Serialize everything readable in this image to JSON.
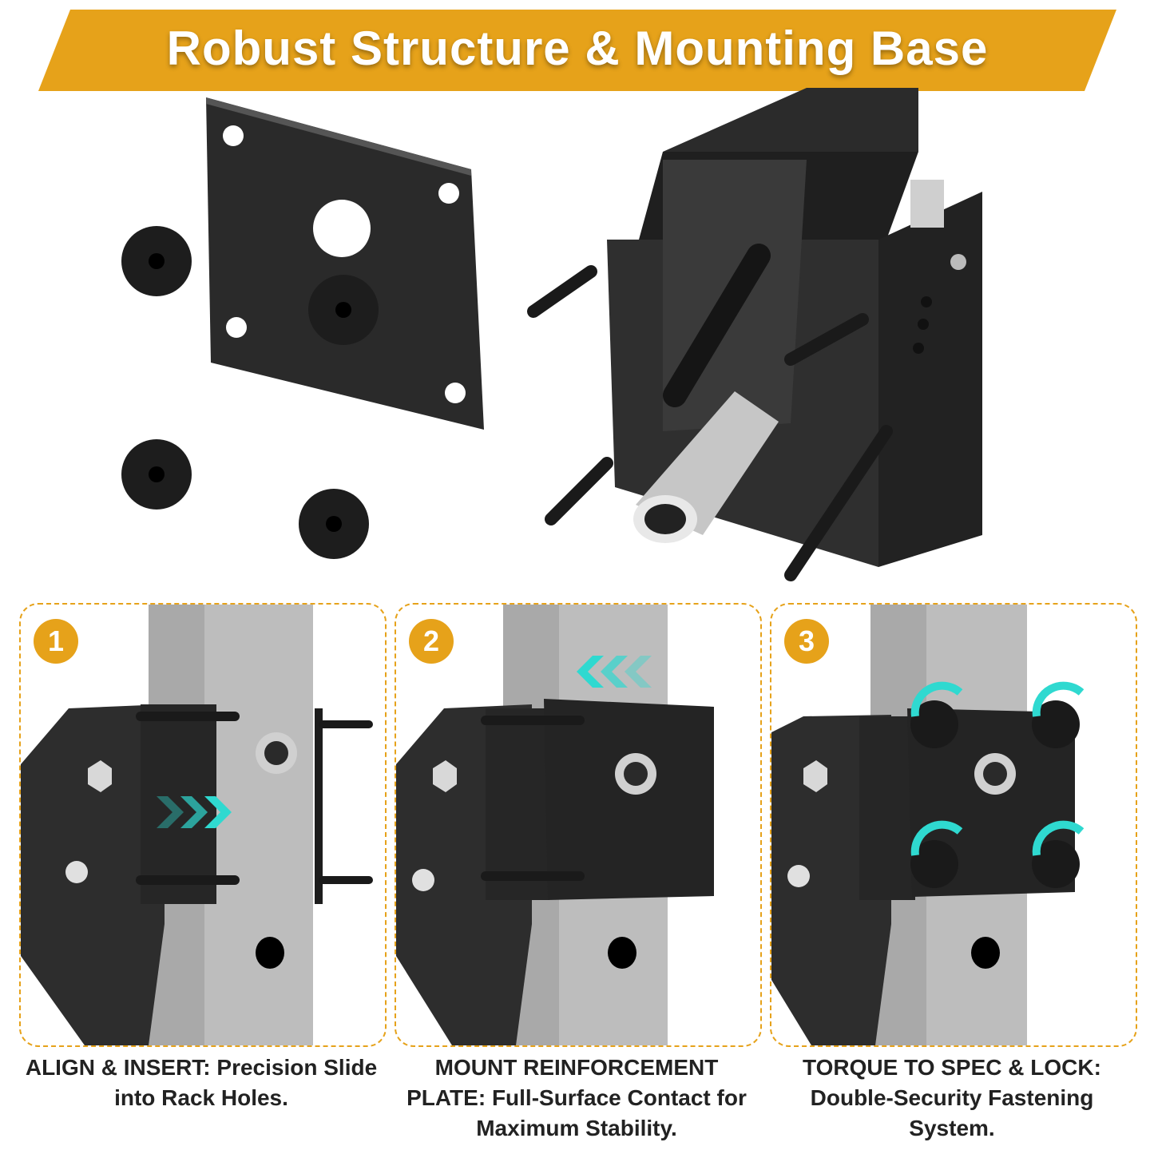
{
  "banner": {
    "title": "Robust Structure & Mounting Base",
    "color": "#e6a21a"
  },
  "accent_arrow_color": "#2fd9d0",
  "steps": [
    {
      "number": "1",
      "title": "ALIGN & INSERT:",
      "text": "Precision Slide into Rack Holes."
    },
    {
      "number": "2",
      "title": "MOUNT REINFORCEMENT PLATE:",
      "text": "Full-Surface Contact for Maximum Stability."
    },
    {
      "number": "3",
      "title": "TORQUE TO SPEC & LOCK:",
      "text": "Double-Security Fastening System."
    }
  ]
}
